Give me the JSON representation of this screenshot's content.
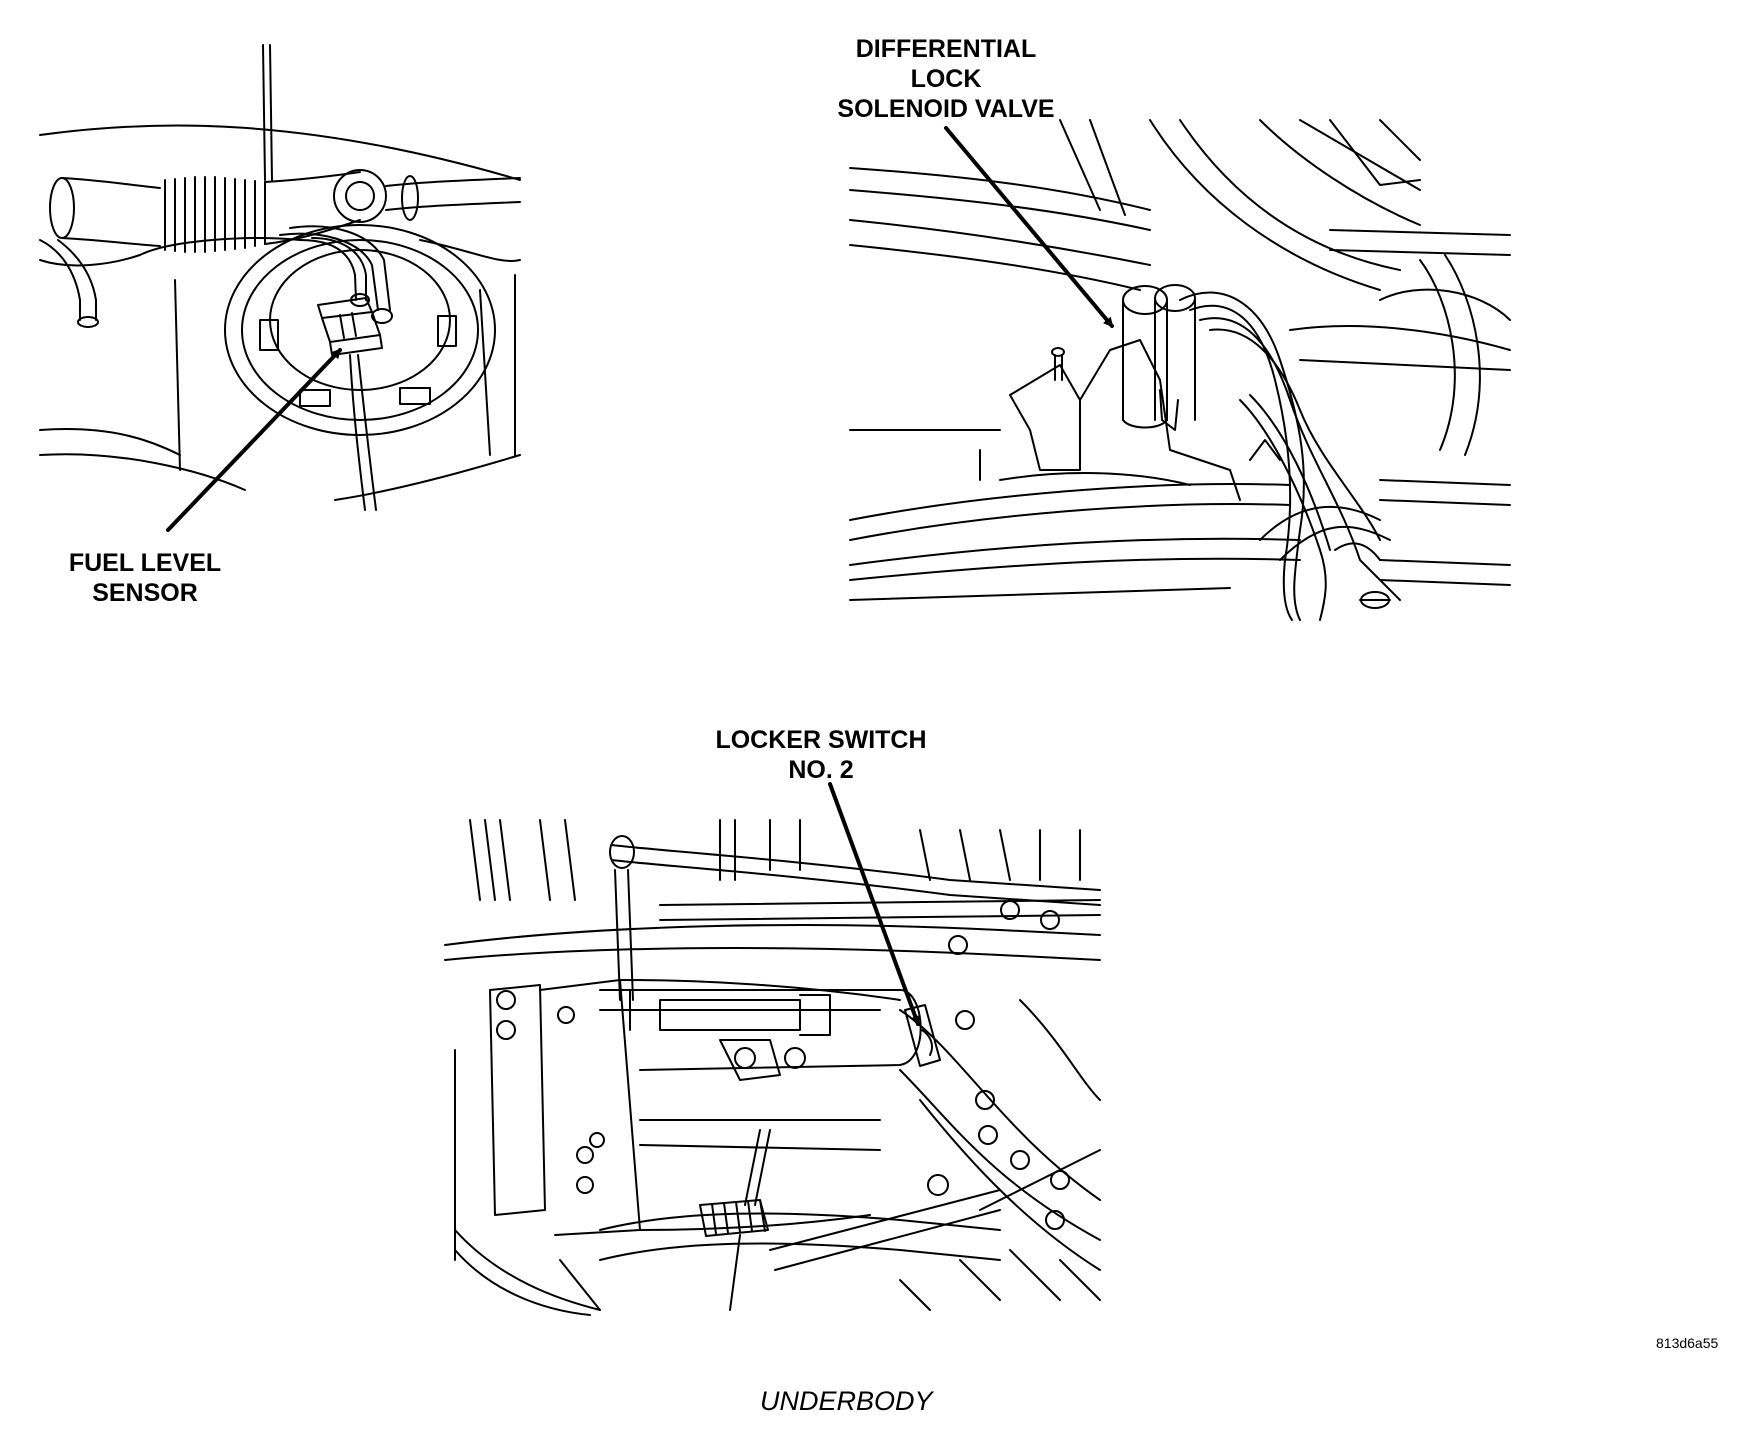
{
  "panels": [
    {
      "id": "fuel-tank-view",
      "callout": [
        "FUEL LEVEL",
        "SENSOR"
      ]
    },
    {
      "id": "axle-view",
      "callout": [
        "DIFFERENTIAL",
        "LOCK",
        "SOLENOID VALVE"
      ]
    },
    {
      "id": "underbody-view",
      "callout": [
        "LOCKER SWITCH",
        "NO. 2"
      ]
    }
  ],
  "figure_id": "813d6a55",
  "caption": "UNDERBODY",
  "colors": {
    "ink": "#000000",
    "background": "#ffffff"
  }
}
